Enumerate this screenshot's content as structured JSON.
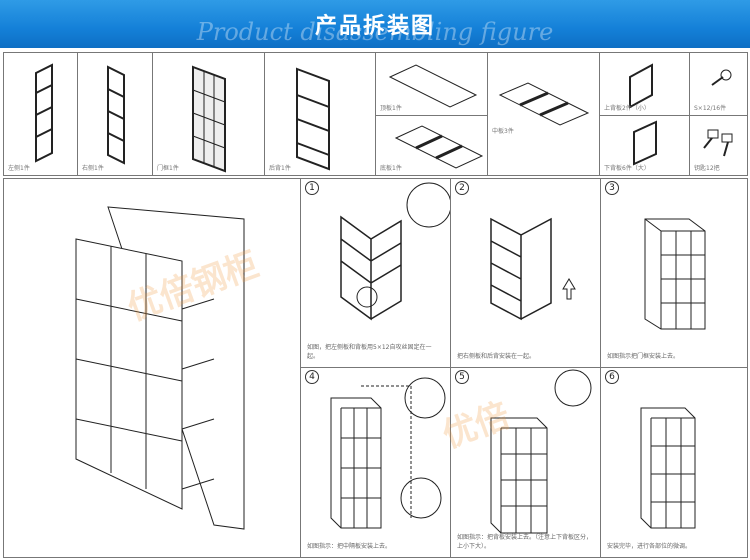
{
  "header": {
    "title": "产品拆装图",
    "subtitle": "Product disassembling figure"
  },
  "parts": [
    {
      "label": "左侧1件"
    },
    {
      "label": "右侧1件"
    },
    {
      "label": "门框1件"
    },
    {
      "label": "后背1件"
    },
    {
      "label": "顶板1件"
    },
    {
      "label": "底板1件"
    },
    {
      "label": "中板3件"
    },
    {
      "label": "上背板2件（小）"
    },
    {
      "label": "下背板6件（大）"
    },
    {
      "label": "S×12/16件"
    },
    {
      "label": "钥匙12把"
    }
  ],
  "steps": [
    {
      "num": "1",
      "caption": "如图，把左侧板和背板用5×12自攻丝固定在一起。"
    },
    {
      "num": "2",
      "caption": "把右侧板和后背安装在一起。"
    },
    {
      "num": "3",
      "caption": "如图指示把门框安装上去。"
    },
    {
      "num": "4",
      "caption": "如图指示：把中隔板安装上去。"
    },
    {
      "num": "5",
      "caption": "如图指示：把背板安装上去。（注意上下背板区分，上小下大）。"
    },
    {
      "num": "6",
      "caption": "安装完毕，进行各部位的微调。"
    }
  ],
  "watermark": "优倍钢柜"
}
